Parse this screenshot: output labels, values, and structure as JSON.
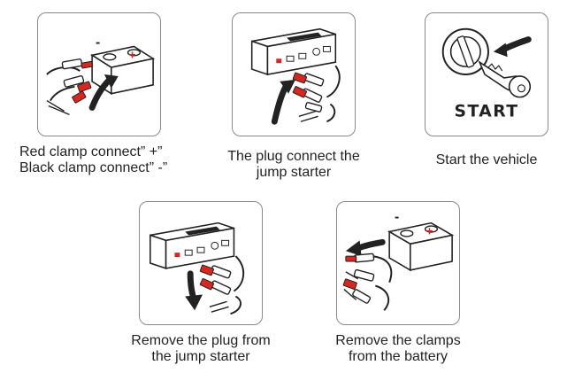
{
  "steps": [
    {
      "caption_lines": [
        "Red clamp connect”  +”",
        "Black clamp connect”  -”"
      ],
      "icons": [
        "battery-icon",
        "clamps-icon",
        "arrow-icon"
      ]
    },
    {
      "caption_lines": [
        "The plug connect the",
        "jump starter"
      ],
      "icons": [
        "jump-starter-icon",
        "clamps-icon",
        "arrow-icon"
      ]
    },
    {
      "caption_lines": [
        "Start the vehicle"
      ],
      "icons": [
        "ignition-key-icon",
        "arrow-icon"
      ],
      "panel_text": "START"
    },
    {
      "caption_lines": [
        "Remove the plug from",
        "the jump starter"
      ],
      "icons": [
        "jump-starter-icon",
        "clamps-icon",
        "arrow-icon"
      ]
    },
    {
      "caption_lines": [
        "Remove the clamps",
        "from the battery"
      ],
      "icons": [
        "battery-icon",
        "clamps-icon",
        "arrow-icon"
      ]
    }
  ],
  "battery_labels": {
    "minus": "-",
    "plus": "+"
  },
  "colors": {
    "accent_red": "#d6281f",
    "ink": "#222222",
    "frame": "#8a8a8a"
  }
}
